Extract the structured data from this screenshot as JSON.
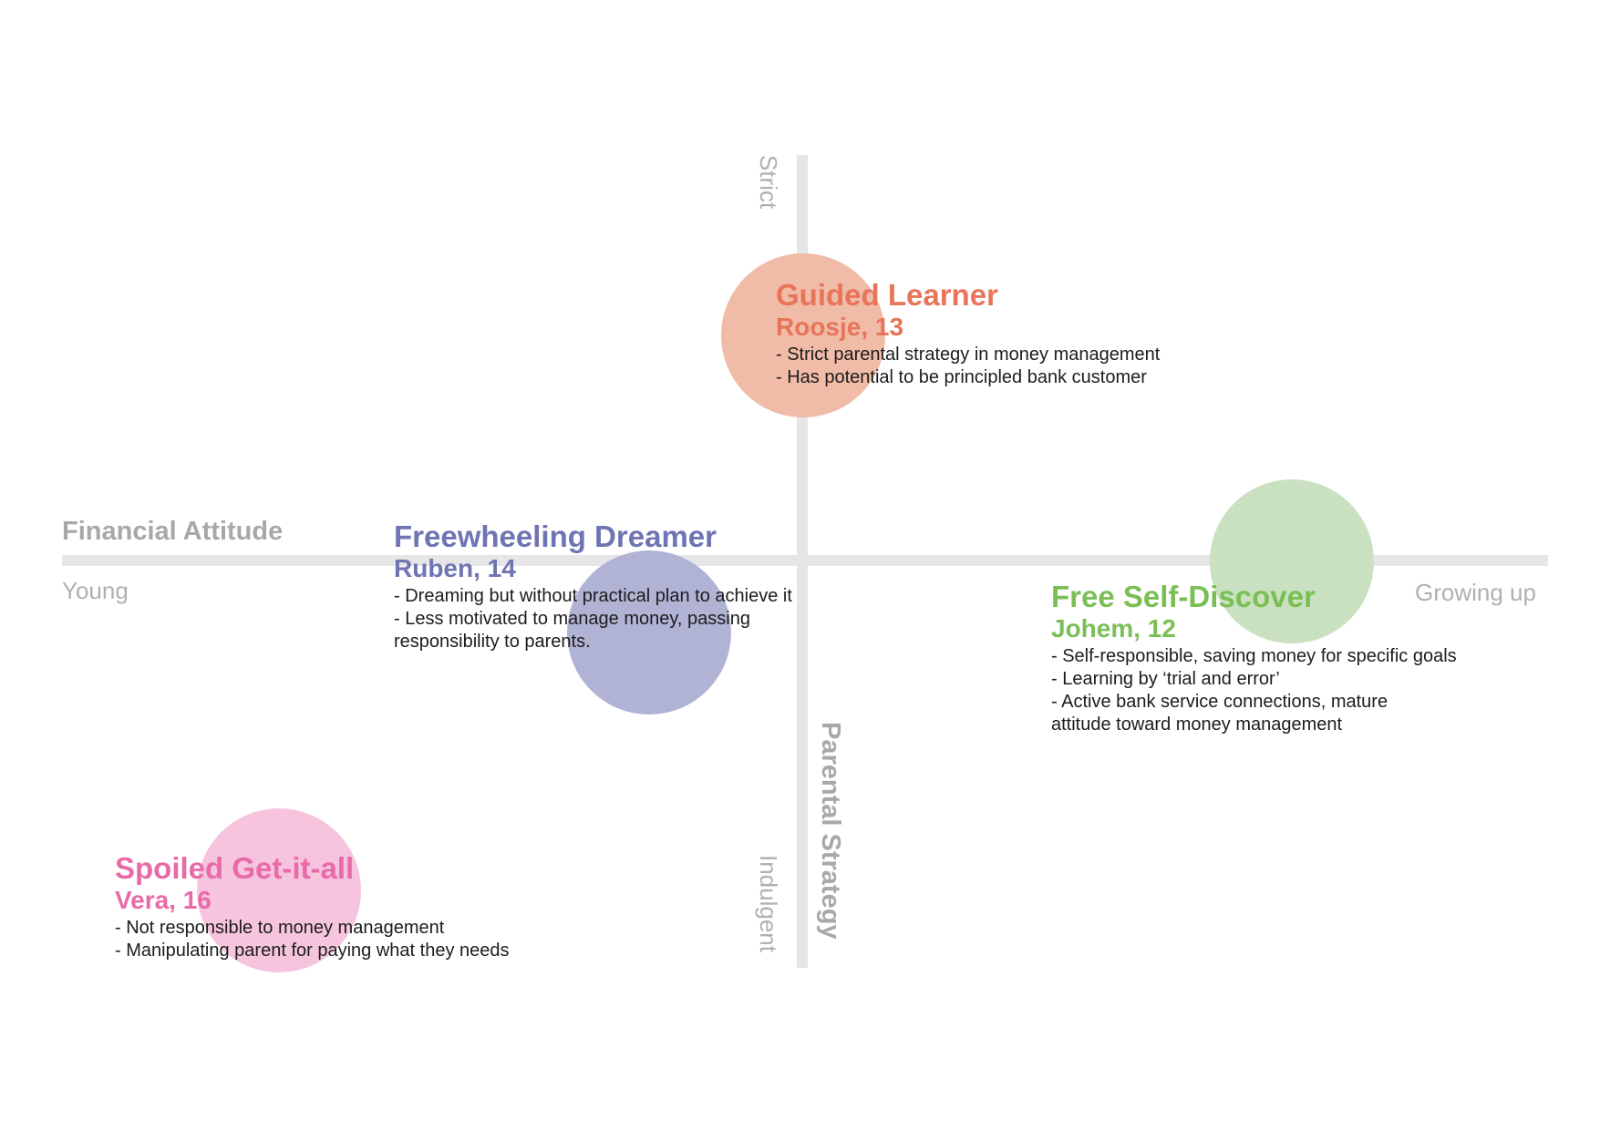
{
  "axes": {
    "horizontal": {
      "title": "Financial Attitude",
      "left_label": "Young",
      "right_label": "Growing up"
    },
    "vertical": {
      "title": "Parental Strategy",
      "top_label": "Strict",
      "bottom_label": "Indulgent"
    }
  },
  "colors": {
    "axis": "#e6e6e6",
    "axis_text": "#a8a8a8",
    "guided": "#e8745a",
    "dreamer": "#6f74b3",
    "free": "#7abf55",
    "spoiled": "#e96aa8"
  },
  "personas": {
    "guided": {
      "name": "Guided Learner",
      "who": "Roosje, 13",
      "points": [
        "- Strict parental strategy in money management",
        "- Has potential to be principled bank customer"
      ]
    },
    "dreamer": {
      "name": "Freewheeling Dreamer",
      "who": "Ruben, 14",
      "points": [
        "- Dreaming but without practical plan to achieve it",
        "- Less motivated to manage money, passing",
        "responsibility to parents."
      ]
    },
    "free": {
      "name": "Free Self-Discover",
      "who": "Johem, 12",
      "points": [
        "- Self-responsible, saving money for specific goals",
        "- Learning by ‘trial and error’",
        "- Active bank service connections, mature",
        "attitude toward money management"
      ]
    },
    "spoiled": {
      "name": "Spoiled Get-it-all",
      "who": "Vera, 16",
      "points": [
        "- Not responsible to money management",
        "- Manipulating parent for paying what they needs"
      ]
    }
  }
}
